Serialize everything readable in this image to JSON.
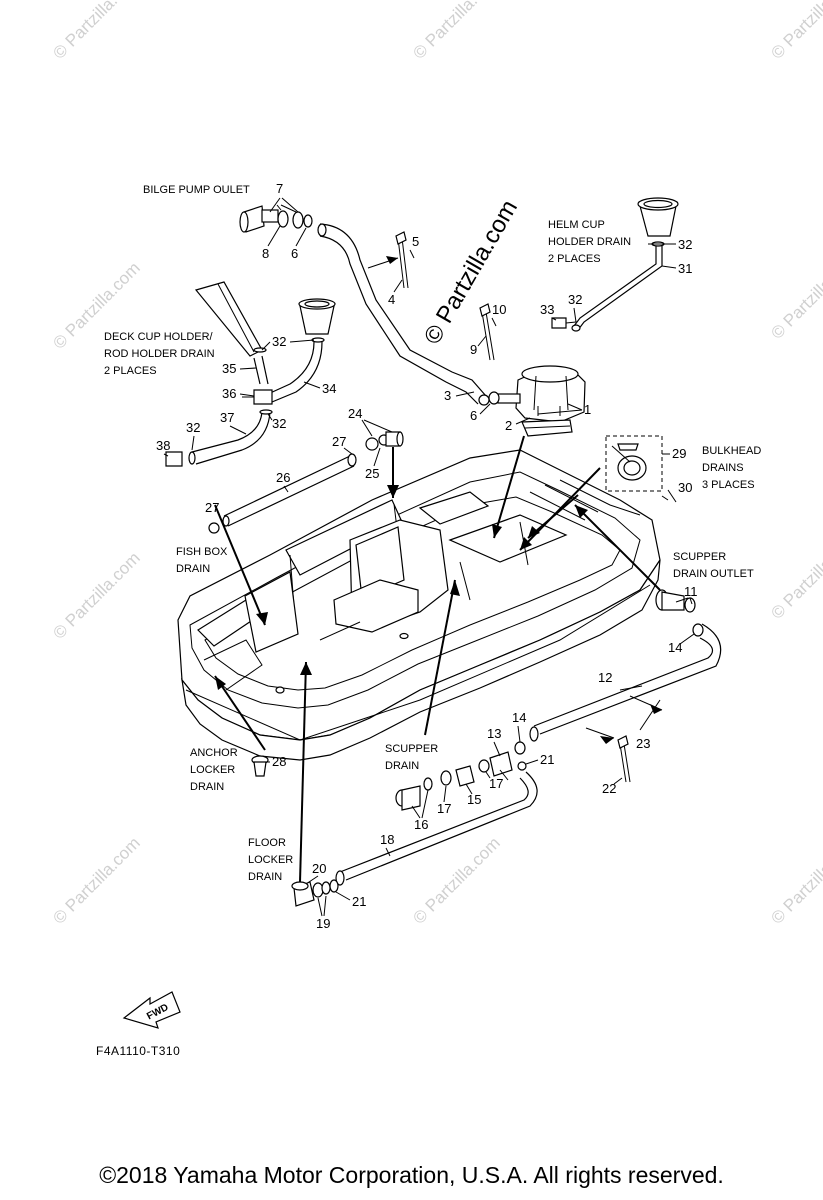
{
  "labels": {
    "bilge_pump_outlet": "BILGE PUMP OULET",
    "helm_cup_1": "HELM CUP",
    "helm_cup_2": "HOLDER DRAIN",
    "helm_cup_3": "2 PLACES",
    "deck_cup_1": "DECK CUP HOLDER/",
    "deck_cup_2": "ROD HOLDER DRAIN",
    "deck_cup_3": "2 PLACES",
    "bulkhead_1": "BULKHEAD",
    "bulkhead_2": "DRAINS",
    "bulkhead_3": "3 PLACES",
    "fish_box_1": "FISH BOX",
    "fish_box_2": "DRAIN",
    "scupper_outlet_1": "SCUPPER",
    "scupper_outlet_2": "DRAIN OUTLET",
    "anchor_1": "ANCHOR",
    "anchor_2": "LOCKER",
    "anchor_3": "DRAIN",
    "scupper_drain_1": "SCUPPER",
    "scupper_drain_2": "DRAIN",
    "floor_1": "FLOOR",
    "floor_2": "LOCKER",
    "floor_3": "DRAIN"
  },
  "part_numbers": {
    "p1": "1",
    "p2": "2",
    "p3": "3",
    "p4": "4",
    "p5": "5",
    "p6a": "6",
    "p6b": "6",
    "p7": "7",
    "p8": "8",
    "p9": "9",
    "p10": "10",
    "p11": "11",
    "p12": "12",
    "p13": "13",
    "p14a": "14",
    "p14b": "14",
    "p15": "15",
    "p16": "16",
    "p17a": "17",
    "p17b": "17",
    "p18": "18",
    "p19": "19",
    "p20": "20",
    "p21a": "21",
    "p21b": "21",
    "p22": "22",
    "p23": "23",
    "p24": "24",
    "p25": "25",
    "p26": "26",
    "p27a": "27",
    "p27b": "27",
    "p28": "28",
    "p29": "29",
    "p30": "30",
    "p31": "31",
    "p32a": "32",
    "p32b": "32",
    "p32c": "32",
    "p32d": "32",
    "p32e": "32",
    "p33": "33",
    "p34": "34",
    "p35": "35",
    "p36": "36",
    "p37": "37",
    "p38": "38"
  },
  "fwd_label": "FWD",
  "diagram_code": "F4A1110-T310",
  "watermark_main": "© Partzilla.com",
  "watermark_small": "© Partzilla.com",
  "footer": "©2018  Yamaha Motor Corporation, U.S.A. All rights reserved."
}
